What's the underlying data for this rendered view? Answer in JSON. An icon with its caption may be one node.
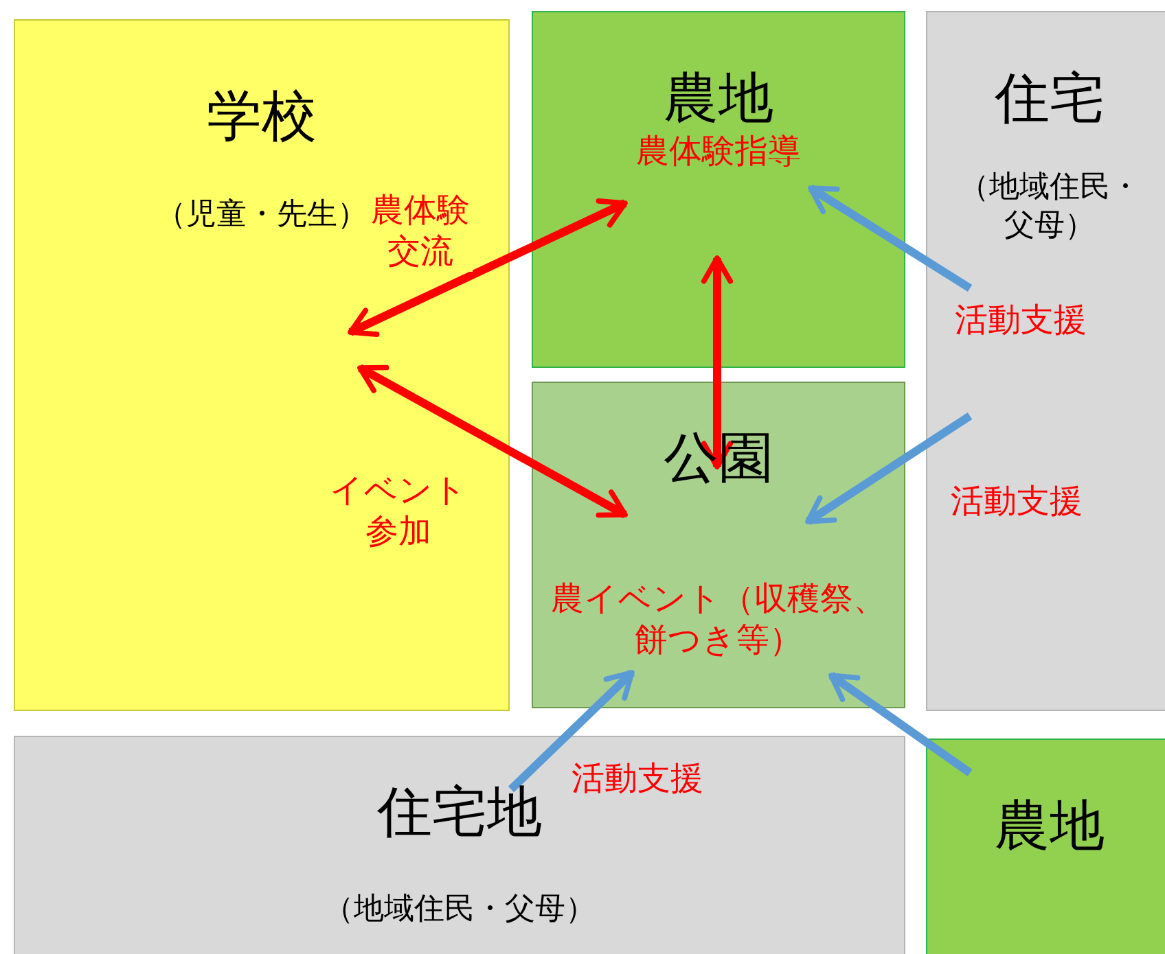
{
  "diagram": {
    "nodes": [
      {
        "text": [
          "学校",
          "（児童・先生）"
        ]
      },
      {
        "text": [
          "農地",
          "農体験指導"
        ]
      },
      {
        "text": [
          "住宅",
          "（地域住民・父母）"
        ]
      },
      {
        "text": [
          "公園",
          "農イベント（収穫祭、餅つき等）"
        ]
      },
      {
        "text": [
          "住宅地",
          "（地域住民・父母）"
        ]
      },
      {
        "text": [
          "農地"
        ]
      }
    ],
    "edges": [
      {
        "from": 0,
        "to": 1,
        "arrow": "both",
        "label": "農体験交流",
        "color": "#ff0000"
      },
      {
        "from": 0,
        "to": 3,
        "arrow": "both",
        "label": "イベント参加",
        "color": "#ff0000"
      },
      {
        "from": 1,
        "to": 3,
        "arrow": "both",
        "color": "#ff0000"
      },
      {
        "from": 2,
        "to": 1,
        "arrow": "to",
        "label": "活動支援"
      },
      {
        "from": 2,
        "to": 3,
        "arrow": "to",
        "label": "活動支援"
      },
      {
        "from": 4,
        "to": 3,
        "arrow": "to",
        "label": "活動支援"
      },
      {
        "from": 5,
        "to": 3,
        "arrow": "to"
      }
    ]
  }
}
